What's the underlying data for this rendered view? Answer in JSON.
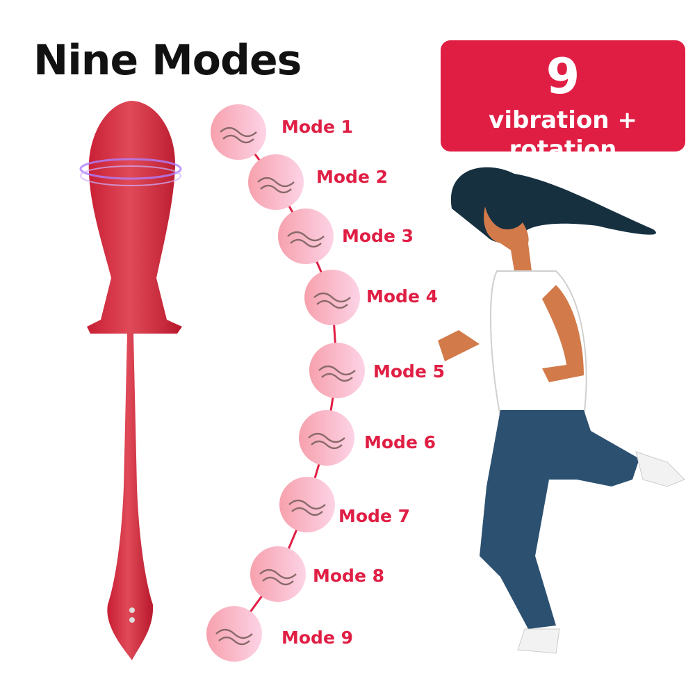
{
  "title": "Nine Modes",
  "badge": {
    "number": "9",
    "subtitle": "vibration + rotation",
    "color": "#e01e44"
  },
  "modes": [
    {
      "label": "Mode 1",
      "icon": "wave-lines-icon"
    },
    {
      "label": "Mode 2",
      "icon": "wave-dots-icon"
    },
    {
      "label": "Mode 3",
      "icon": "bar-pulse-icon"
    },
    {
      "label": "Mode 4",
      "icon": "helix-icon"
    },
    {
      "label": "Mode 5",
      "icon": "wind-icon"
    },
    {
      "label": "Mode 6",
      "icon": "orbit-icon"
    },
    {
      "label": "Mode 7",
      "icon": "hearts-icon"
    },
    {
      "label": "Mode 8",
      "icon": "bubbles-wave-icon"
    },
    {
      "label": "Mode 9",
      "icon": "swim-wave-icon"
    }
  ],
  "colors": {
    "accent": "#e01e44",
    "product": "#d42a3c",
    "icon_stroke": "#8a6a6a"
  }
}
